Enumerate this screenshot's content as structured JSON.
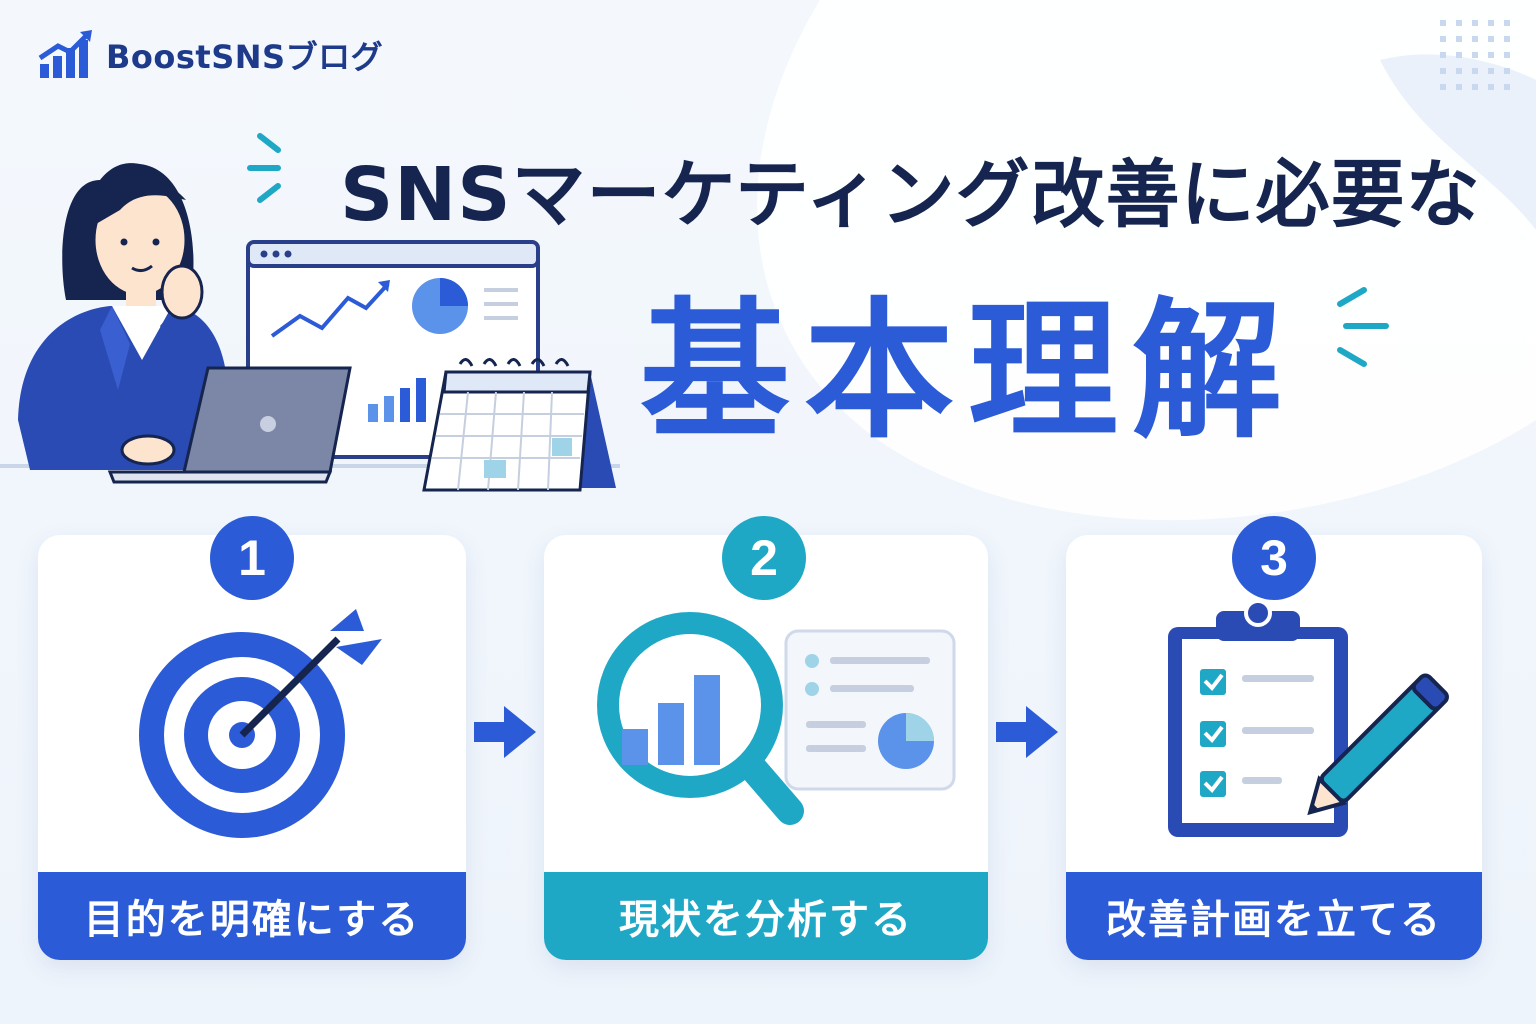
{
  "blog": {
    "name": "BoostSNSブログ"
  },
  "headline": {
    "line1": "SNSマーケティング改善に必要な",
    "line2": "基本理解"
  },
  "steps": [
    {
      "number": "1",
      "label": "目的を明確にする",
      "icon": "target-icon",
      "color": "#2b5bd7"
    },
    {
      "number": "2",
      "label": "現状を分析する",
      "icon": "magnifier-chart-icon",
      "color": "#1fa8c6"
    },
    {
      "number": "3",
      "label": "改善計画を立てる",
      "icon": "clipboard-checklist-icon",
      "color": "#2b5bd7"
    }
  ],
  "colors": {
    "primary": "#2b5bd7",
    "teal": "#1fa8c6",
    "navy": "#15254f"
  }
}
